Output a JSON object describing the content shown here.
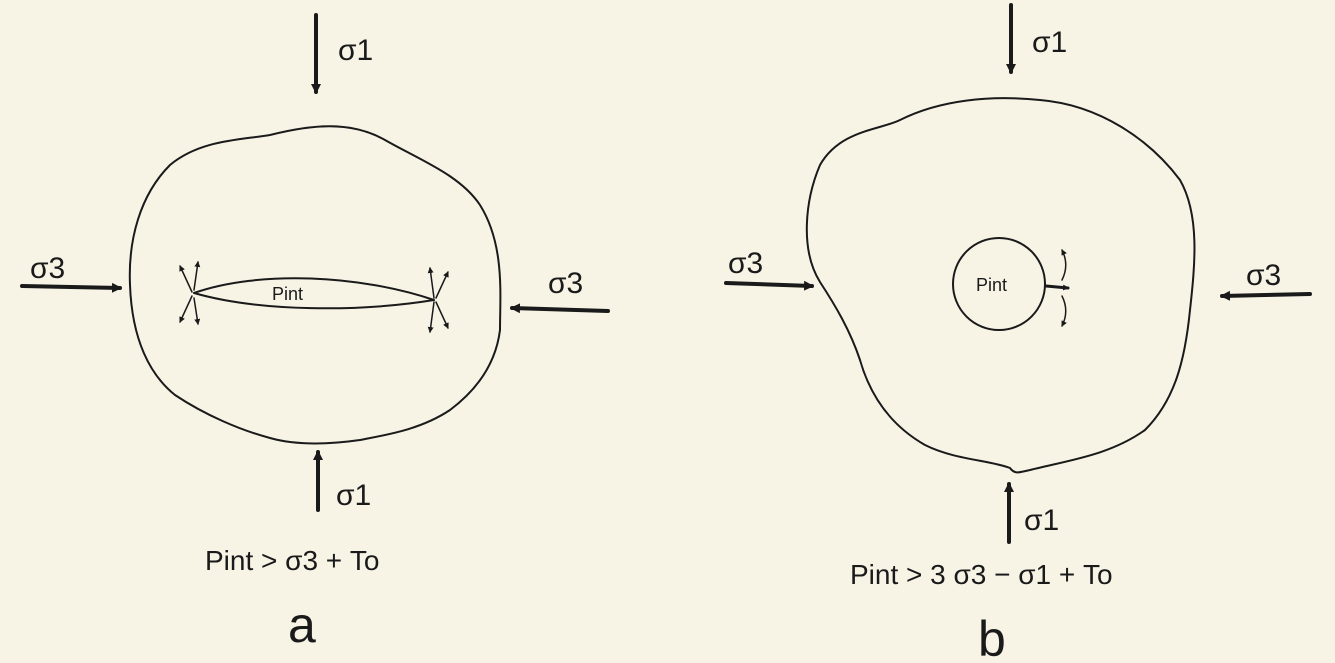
{
  "panel_a": {
    "sigma1_top": "σ1",
    "sigma1_bottom": "σ1",
    "sigma3_left": "σ3",
    "sigma3_right": "σ3",
    "inner_label": "Pint",
    "formula": "Pint > σ3 + To",
    "panel_label": "a"
  },
  "panel_b": {
    "sigma1_top": "σ1",
    "sigma1_bottom": "σ1",
    "sigma3_left": "σ3",
    "sigma3_right": "σ3",
    "inner_label": "Pint",
    "formula": "Pint > 3 σ3 − σ1 + To",
    "panel_label": "b"
  },
  "colors": {
    "ink": "#1a1a1a",
    "paper": "#f7f4e6"
  }
}
